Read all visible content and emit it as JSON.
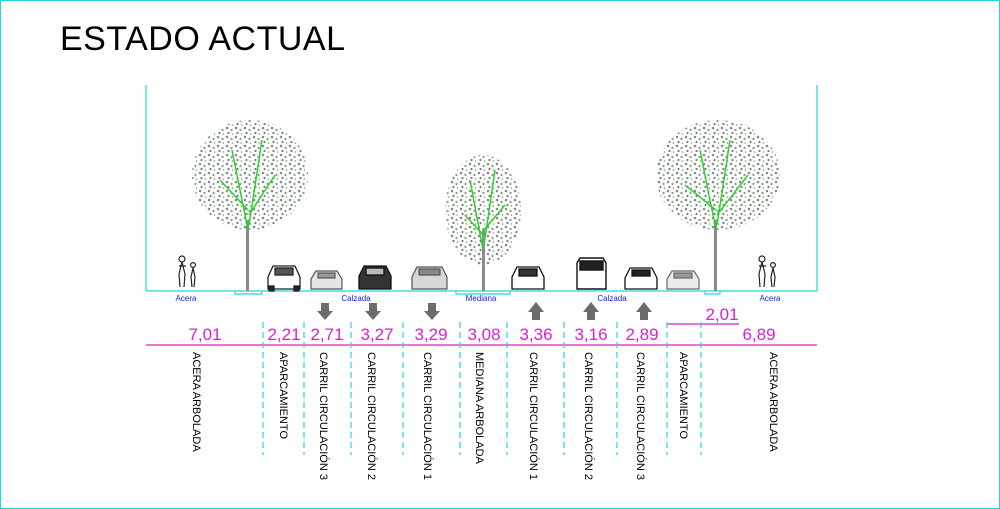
{
  "title": "ESTADO ACTUAL",
  "colors": {
    "frame": "#22d8d8",
    "dimension": "#e01ed0",
    "zone_label": "#1a1ad6",
    "tree": "#8a8a8a",
    "foliage": "#2fd12f",
    "vehicle": "#4a4a4a",
    "arrow": "#6b6b6b"
  },
  "zones": [
    {
      "label": "Acera"
    },
    {
      "label": "Calzada"
    },
    {
      "label": "Mediana"
    },
    {
      "label": "Calzada"
    },
    {
      "label": "Acera"
    }
  ],
  "dimensions": [
    "7,01",
    "2,21",
    "2,71",
    "3,27",
    "3,29",
    "3,08",
    "3,36",
    "3,16",
    "2,89",
    "2,01",
    "6,89"
  ],
  "bands": [
    {
      "label": "ACERA ARBOLADA",
      "width": "7,01"
    },
    {
      "label": "APARCAMIENTO",
      "width": "2,21"
    },
    {
      "label": "CARRIL CIRCULACIÓN 3",
      "width": "2,71",
      "direction": "down"
    },
    {
      "label": "CARRIL CIRCULACIÓN 2",
      "width": "3,27",
      "direction": "down"
    },
    {
      "label": "CARRIL CIRCULACIÓN 1",
      "width": "3,29",
      "direction": "down"
    },
    {
      "label": "MEDIANA ARBOLADA",
      "width": "3,08"
    },
    {
      "label": "CARRIL CIRCULACIÓN 1",
      "width": "3,36",
      "direction": "up"
    },
    {
      "label": "CARRIL CIRCULACIÓN 2",
      "width": "3,16",
      "direction": "up"
    },
    {
      "label": "CARRIL CIRCULACIÓN 3",
      "width": "2,89",
      "direction": "up"
    },
    {
      "label": "APARCAMIENTO",
      "width": "2,01"
    },
    {
      "label": "ACERA ARBOLADA",
      "width": "6,89"
    }
  ]
}
